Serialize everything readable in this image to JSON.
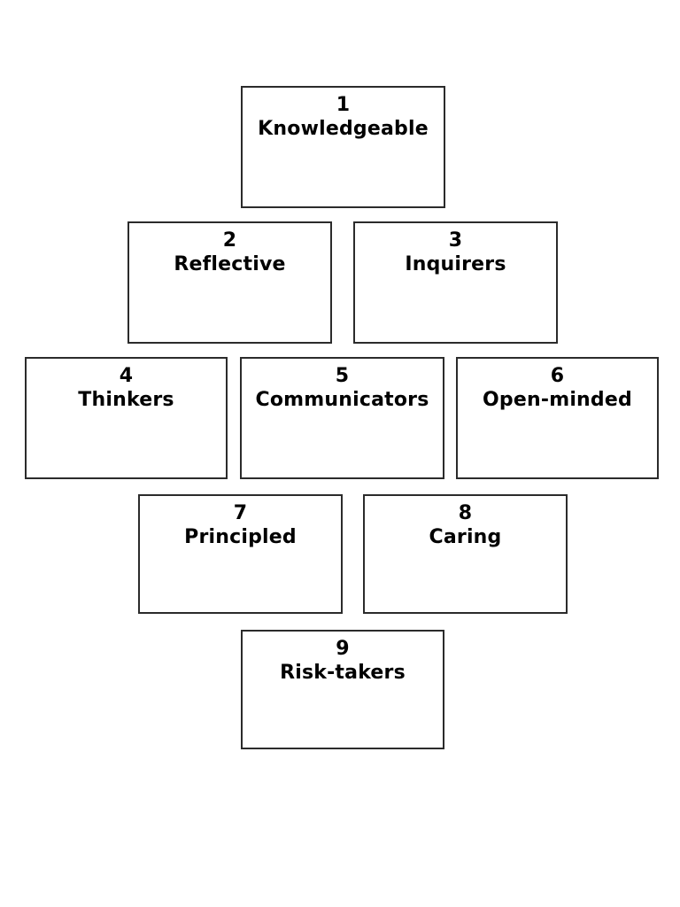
{
  "page": {
    "background_color": "#ffffff",
    "box_border_color": "#2b2b2b",
    "box_background_color": "#ffffff",
    "text_color": "#000000"
  },
  "boxes": [
    {
      "number": "1",
      "label": "Knowledgeable"
    },
    {
      "number": "2",
      "label": "Reflective"
    },
    {
      "number": "3",
      "label": "Inquirers"
    },
    {
      "number": "4",
      "label": "Thinkers"
    },
    {
      "number": "5",
      "label": "Communicators"
    },
    {
      "number": "6",
      "label": "Open-minded"
    },
    {
      "number": "7",
      "label": "Principled"
    },
    {
      "number": "8",
      "label": "Caring"
    },
    {
      "number": "9",
      "label": "Risk-takers"
    }
  ]
}
